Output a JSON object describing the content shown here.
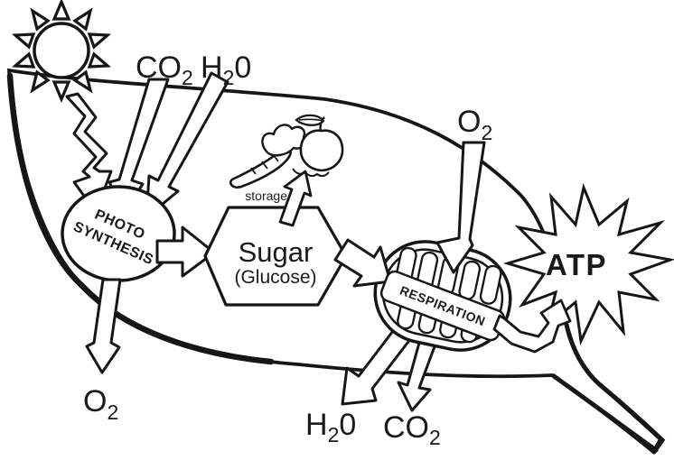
{
  "diagram": {
    "colors": {
      "ink": "#161616",
      "paper": "#ffffff"
    },
    "icons": {
      "sun": "sun-icon",
      "leaf": "leaf-outline",
      "light_bolt": "lightning-arrow-icon",
      "carrot": "carrot-icon",
      "apple": "apple-icon",
      "mitochondrion": "mitochondrion-icon",
      "atp_burst": "starburst-icon"
    },
    "labels": {
      "co2_in": {
        "formula": "CO",
        "subscript": "2"
      },
      "h2o_in": {
        "part1": "H",
        "subscript": "2",
        "part2": "0"
      },
      "o2_in": {
        "formula": "O",
        "subscript": "2"
      },
      "o2_out": {
        "formula": "O",
        "subscript": "2"
      },
      "h2o_out": {
        "part1": "H",
        "subscript": "2",
        "part2": "0"
      },
      "co2_out": {
        "formula": "CO",
        "subscript": "2"
      }
    },
    "nodes": {
      "photosynthesis": {
        "line1": "PHOTO",
        "line2": "SYNTHESIS"
      },
      "sugar": {
        "title": "Sugar",
        "subtitle": "(Glucose)"
      },
      "storage": {
        "label": "storage"
      },
      "respiration": {
        "label": "RESPIRATION"
      },
      "atp": {
        "label": "ATP"
      }
    }
  }
}
